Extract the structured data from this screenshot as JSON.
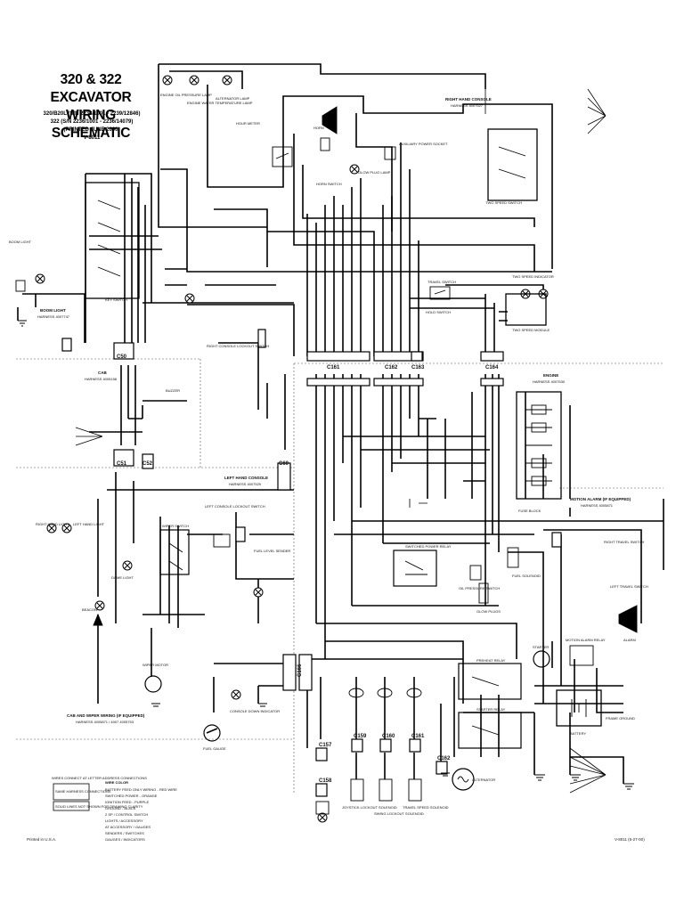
{
  "header": {
    "title_line1": "320 & 322 EXCAVATOR",
    "title_line2": "WIRING SCHEMATIC",
    "serial_1": "320/B20L (S/N 2238/1001 - 2239/12846)",
    "serial_2": "322 (S/N 2236/1001 - 2236/14079)",
    "printed": "(PRINTED JUNE 2000)",
    "code": "V-8011"
  },
  "footer": {
    "left_text": "Printed in U.S.A.",
    "right_text": "V-8011 (6-27-00)"
  },
  "sections": {
    "cab": "CAB",
    "cab_harness": "HARNESS 4005158",
    "right_console": "RIGHT HAND CONSOLE",
    "right_console_harness": "HARNESS 4007527",
    "left_console": "LEFT HAND CONSOLE",
    "left_console_harness": "HARNESS 4007529",
    "boom_light": "BOOM LIGHT",
    "boom_light_harness": "HARNESS 4007747",
    "engine": "ENGINE",
    "engine_harness": "HARNESS 4007530",
    "motion_alarm": "MOTION ALARM (IF EQUIPPED)",
    "motion_alarm_harness": "HARNESS 4005871",
    "cab_wiper": "CAB AND WIPER WIRING (IF EQUIPPED)",
    "cab_wiper_harness": "HARNESS 4005871 / 4007 4005753"
  },
  "connectors": {
    "c50": "C50",
    "c51": "C51",
    "c52": "C52",
    "c60": "C60",
    "c161": "C161",
    "c162": "C162",
    "c163": "C163",
    "c164": "C164",
    "c166": "C166",
    "c157": "C157",
    "c158": "C158",
    "c159": "C159",
    "c160": "C160",
    "c161b": "C161",
    "c162b": "C162"
  },
  "components": {
    "hour_meter": "HOUR METER",
    "alternator_lamp": "ALTERNATOR LAMP",
    "glow_plug_lamp": "GLOW PLUG LAMP",
    "horn": "HORN",
    "horn_switch": "HORN SWITCH",
    "beacon": "BEACON",
    "wiper_motor": "WIPER MOTOR",
    "wiper_switch": "WIPER SWITCH",
    "dome_light": "DOME LIGHT",
    "right_light": "RIGHT HAND LIGHT",
    "left_light": "LEFT HAND LIGHT",
    "fuel_gauge": "FUEL GAUGE",
    "fuel_level_sender": "FUEL LEVEL SENDER",
    "starter": "STARTER",
    "alternator": "ALTERNATOR",
    "battery": "BATTERY",
    "frame_ground": "FRAME GROUND",
    "glow_plugs": "GLOW PLUGS",
    "preheat_relay": "PREHEAT RELAY",
    "starter_relay": "STARTER RELAY",
    "fuse_block": "FUSE BLOCK",
    "travel_switch": "TRAVEL SWITCH",
    "two_speed_indicator": "TWO SPEED INDICATOR",
    "two_speed_module": "TWO SPEED MODULE",
    "motion_alarm_relay": "MOTION ALARM RELAY",
    "alarm": "ALARM",
    "right_travel_switch": "RIGHT TRAVEL SWITCH",
    "left_travel_switch": "LEFT TRAVEL SWITCH",
    "fuel_solenoid": "FUEL SOLENOID",
    "oil_pressure_switch": "OIL PRESSURE SWITCH",
    "joystick_lockout": "JOYSTICK LOCKOUT SOLENOID",
    "swing_lockout": "SWING LOCKOUT SOLENOID",
    "travel_speed_solenoid": "TRAVEL SPEED SOLENOID",
    "buzzer": "BUZZER",
    "key_switch": "KEY SWITCH",
    "switched_power_relay": "SWITCHED POWER RELAY",
    "console_down_indicator": "CONSOLE DOWN INDICATOR",
    "left_lockout_switch": "LEFT CONSOLE LOCKOUT SWITCH",
    "right_lockout_switch": "RIGHT CONSOLE LOCKOUT SWITCH",
    "two_speed_switch": "TWO SPEED SWITCH",
    "aux_power_socket": "AUXILIARY POWER SOCKET",
    "boom_light_lamp": "BOOM LIGHT",
    "water_temp_lamp": "ENGINE WATER TEMPERATURE LAMP",
    "oil_pressure_lamp": "ENGINE OIL PRESSURE LAMP",
    "hold_switch": "HOLD SWITCH"
  },
  "legend": {
    "wires_note": "WIRES CONNECT AT LETTER ADDRESS CONNECTIONS",
    "same_harness": "SAME HARNESS CONNECTIONS",
    "clarity_note": "SOLID LINES NOT SHOWN FOR DRAWING CLARITY",
    "color_head": "WIRE COLOR",
    "color_rows": [
      "BATTERY FEED ONLY WIRING - RED WIRE",
      "SWITCHED POWER - ORANGE",
      "IGNITION FEED - PURPLE",
      "GROUND - BLACK",
      "2 SP / CONTROL SWITCH",
      "LIGHTS / ACCESSORY",
      "AT ACCESSORY / GAUGES",
      "SENDERS / SWITCHES",
      "GAUGES / INDICATORS"
    ]
  }
}
